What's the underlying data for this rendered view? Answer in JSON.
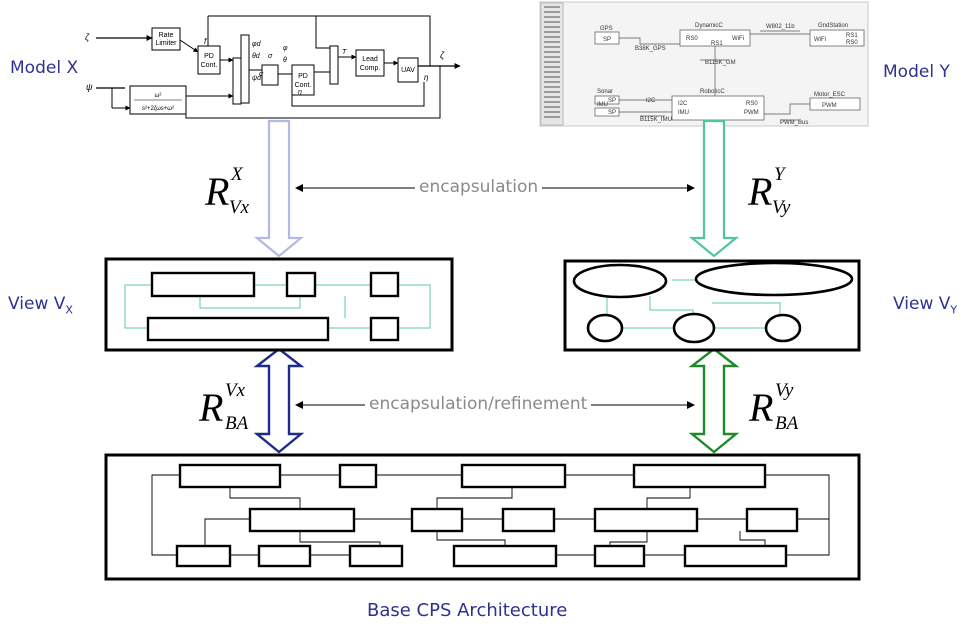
{
  "labels": {
    "model_x": "Model  X",
    "model_y": "Model  Y",
    "view_x": "View V",
    "view_x_sub": "X",
    "view_y": "View V",
    "view_y_sub": "Y",
    "base": "Base CPS Architecture",
    "encapsulation": "encapsulation",
    "encaps_refine": "encapsulation/refinement"
  },
  "relations": {
    "r_vx": {
      "base": "R",
      "sup": "X",
      "sub": "Vx"
    },
    "r_vy": {
      "base": "R",
      "sup": "Y",
      "sub": "Vy"
    },
    "r_ba_vx": {
      "base": "R",
      "sup": "Vx",
      "sub": "BA"
    },
    "r_ba_vy": {
      "base": "R",
      "sup": "Vy",
      "sub": "BA"
    }
  },
  "model_x_blocks": {
    "rate_limiter": "Rate Limiter",
    "pd1": "PD Cont.",
    "pd2": "PD Cont.",
    "lead": "Lead Comp.",
    "uav": "UAV"
  },
  "model_y_blocks": {
    "gps": "GPS",
    "gps_port": "SP",
    "dynamic": "DynamicC",
    "rs0": "RS0",
    "wifi": "WiFi",
    "rs1": "RS1",
    "wlan": "W802_11b",
    "ground": "GndStation",
    "ground_wifi": "WiFi",
    "ground_rs1": "RS1",
    "ground_rs0": "RS0",
    "bus_gps": "B38K_GPS",
    "bus_gm": "B115K_GM",
    "sonar": "Sonar",
    "sonar_port": "SP",
    "imu": "IMU",
    "imu_port": "SP",
    "i2c": "I2C",
    "bus_imu": "B115K_IMU",
    "robotic": "RoboticC",
    "r_i2c": "I2C",
    "r_imu": "IMU",
    "r_rs0": "RS0",
    "r_pwm": "PWM",
    "motor": "Motor_ESC",
    "motor_pwm": "PWM",
    "pwm_bus": "PWM_Bus"
  },
  "colors": {
    "label_blue": "#2e3192",
    "arrow_x_light": "#b3b9e6",
    "arrow_y_light": "#4fc79a",
    "arrow_x_dark": "#1f2a8a",
    "arrow_y_dark": "#1f8a2a",
    "teal_line": "#5cc8b0"
  }
}
